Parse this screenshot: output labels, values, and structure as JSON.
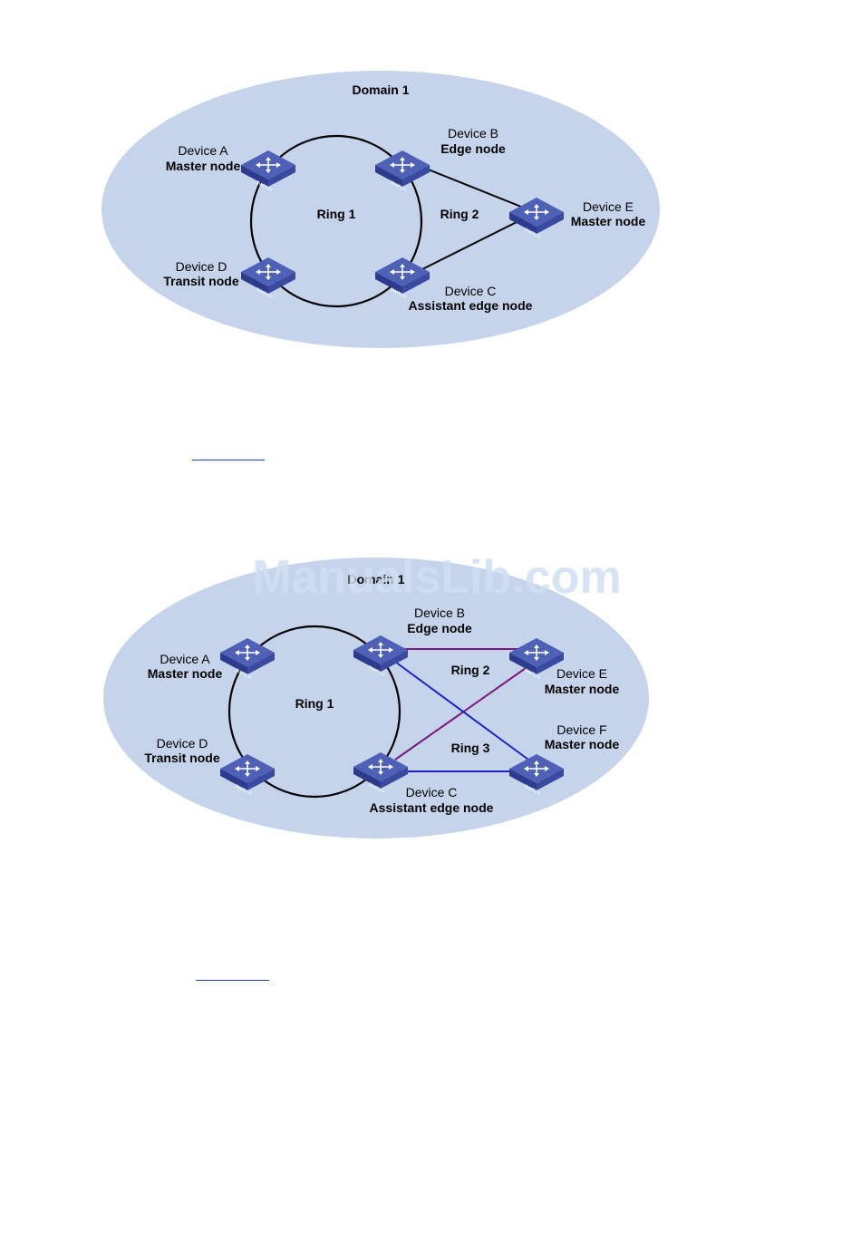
{
  "figure1": {
    "domain_label": "Domain 1",
    "rings": {
      "ring1": "Ring 1",
      "ring2": "Ring 2"
    },
    "devices": {
      "a": {
        "name": "Device A",
        "role": "Master node"
      },
      "b": {
        "name": "Device B",
        "role": "Edge node"
      },
      "c": {
        "name": "Device C",
        "role": "Assistant edge node"
      },
      "d": {
        "name": "Device D",
        "role": "Transit node"
      },
      "e": {
        "name": "Device E",
        "role": "Master node"
      }
    }
  },
  "figure2": {
    "domain_label": "Domain 1",
    "rings": {
      "ring1": "Ring 1",
      "ring2": "Ring 2",
      "ring3": "Ring 3"
    },
    "devices": {
      "a": {
        "name": "Device A",
        "role": "Master node"
      },
      "b": {
        "name": "Device B",
        "role": "Edge node"
      },
      "c": {
        "name": "Device C",
        "role": "Assistant edge node"
      },
      "d": {
        "name": "Device D",
        "role": "Transit node"
      },
      "e": {
        "name": "Device E",
        "role": "Master node"
      },
      "f": {
        "name": "Device F",
        "role": "Master node"
      }
    }
  },
  "watermark": "ManualsLib.com",
  "switch_icon_text": "SWITCH",
  "colors": {
    "domain_fill": "#c5d4ea",
    "ring2_line": "#7b1a7b",
    "ring3_line": "#1a23c8",
    "switch_top": "#4a5cb0",
    "switch_side": "#2d3a8a"
  }
}
